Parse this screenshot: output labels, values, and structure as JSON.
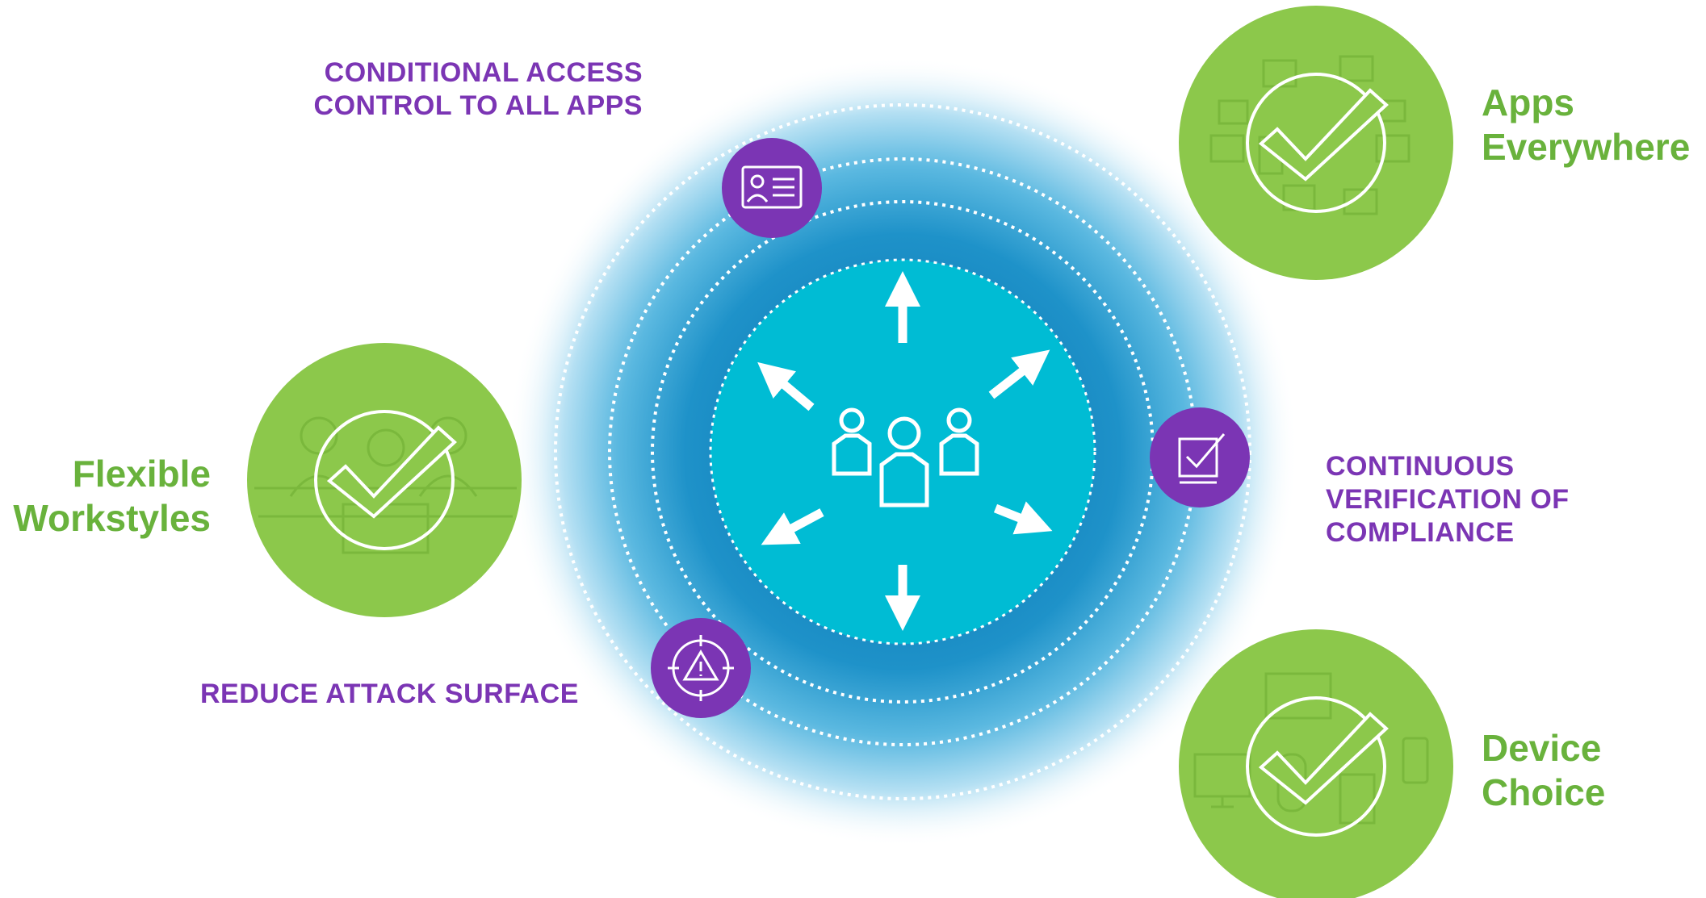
{
  "colors": {
    "green": "#8cc84b",
    "green_dark": "#69b23c",
    "purple": "#7b35b4",
    "teal": "#00bcd4",
    "blue_ring": "#1f8fc5",
    "white": "#ffffff"
  },
  "labels": {
    "conditional_access": [
      "CONDITIONAL ACCESS",
      "CONTROL TO ALL APPS"
    ],
    "continuous_verification": [
      "CONTINUOUS",
      "VERIFICATION OF",
      "COMPLIANCE"
    ],
    "reduce_attack": [
      "REDUCE ATTACK SURFACE"
    ],
    "apps_everywhere": [
      "Apps",
      "Everywhere"
    ],
    "flexible_workstyles": [
      "Flexible",
      "Workstyles"
    ],
    "device_choice": [
      "Device",
      "Choice"
    ]
  },
  "icons": {
    "center": "users-group-icon",
    "id_card": "id-card-icon",
    "checkbox": "checkbox-icon",
    "warning": "warning-target-icon",
    "check": "checkmark-icon"
  }
}
